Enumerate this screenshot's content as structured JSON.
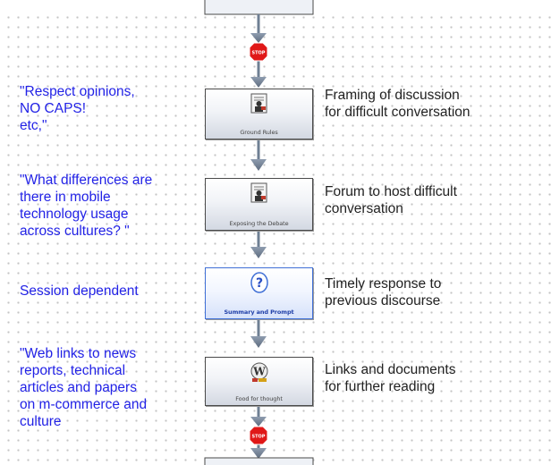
{
  "steps": [
    {
      "node_caption": "Ground Rules",
      "node_icon": "document-person-icon",
      "left_text": "\"Respect opinions,\nNO CAPS!\netc,\"",
      "right_text": "Framing of discussion\nfor difficult conversation"
    },
    {
      "node_caption": "Exposing the Debate",
      "node_icon": "document-person-icon",
      "left_text": "\"What differences are\nthere in mobile\ntechnology usage\nacross cultures? \"",
      "right_text": "Forum to host difficult\nconversation"
    },
    {
      "node_caption": "Summary and Prompt",
      "node_icon": "question-mark-icon",
      "left_text": "Session dependent",
      "right_text": "Timely response to\nprevious discourse"
    },
    {
      "node_caption": "Food for thought",
      "node_icon": "w-globe-icon",
      "left_text": "\"Web links to news\nreports, technical\narticles and papers\non m-commerce and\nculture",
      "right_text": "Links and documents\nfor further reading"
    }
  ],
  "stop_signs": [
    "STOP",
    "STOP"
  ],
  "colors": {
    "left_text": "#2222e6",
    "right_text": "#222222",
    "connector": "#6f7f93",
    "stop_sign": "#e01818",
    "highlight_node_border": "#3f6fd6"
  }
}
